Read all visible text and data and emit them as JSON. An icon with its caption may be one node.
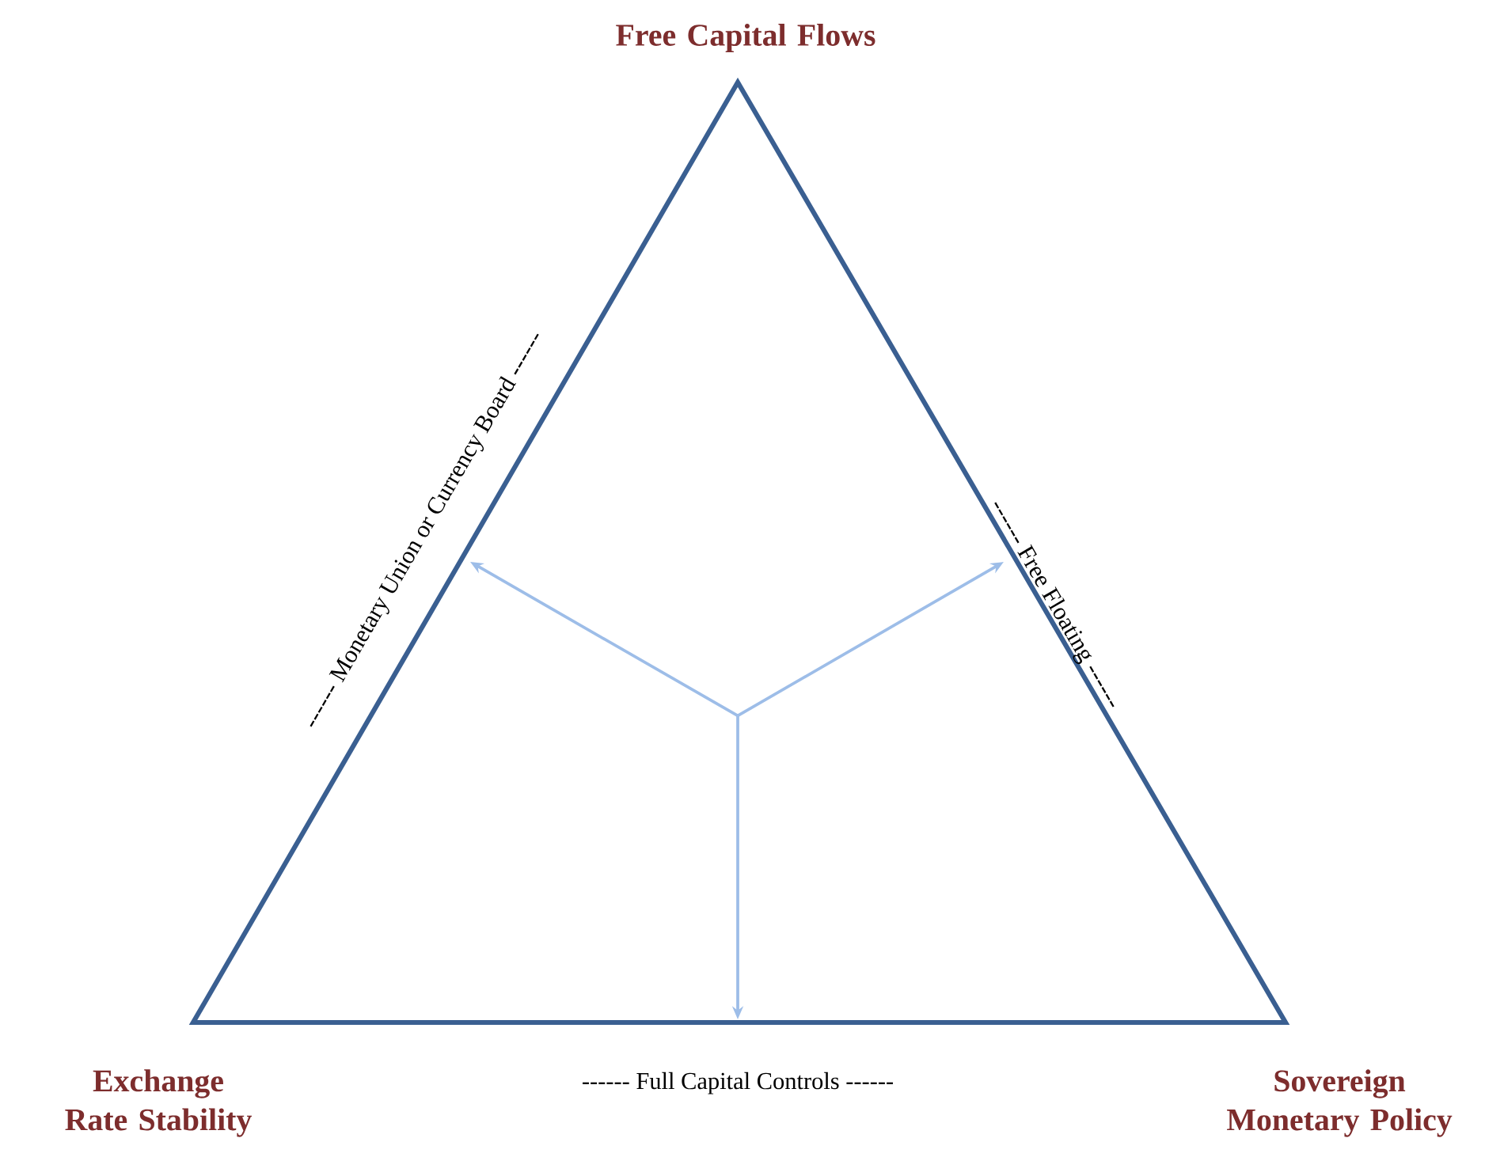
{
  "diagram": {
    "nodes": [
      {
        "text": [
          "Free Capital Flows"
        ]
      },
      {
        "text": [
          "Exchange Rate Stability"
        ]
      },
      {
        "text": [
          "Sovereign Monetary Policy"
        ]
      },
      {
        "text": [],
        "shape": "triangle"
      },
      {
        "text": [
          "------ Monetary Union or Currency Board ------"
        ]
      },
      {
        "text": [
          "------ Free Floating ------"
        ]
      },
      {
        "text": [
          "------ Full Capital Controls ------"
        ]
      }
    ],
    "edges": [
      {
        "from": 3,
        "to": 4,
        "arrow": "to",
        "color": "#9dbde8"
      },
      {
        "from": 3,
        "to": 5,
        "arrow": "to",
        "color": "#9dbde8"
      },
      {
        "from": 3,
        "to": null,
        "arrow": "to",
        "color": "#9dbde8"
      }
    ]
  }
}
